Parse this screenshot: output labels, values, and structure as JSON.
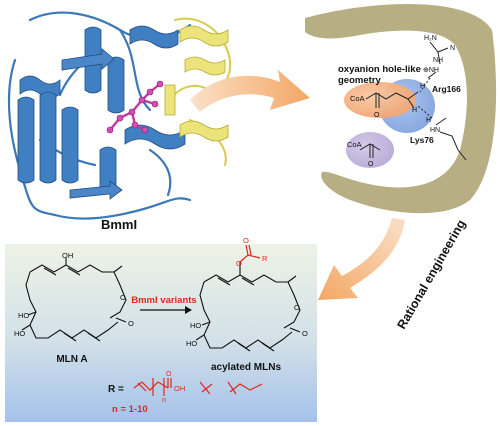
{
  "protein": {
    "label": "BmmI"
  },
  "active_site": {
    "title_line1": "oxyanion hole-like",
    "title_line2": "geometry",
    "residue_arg": "Arg166",
    "residue_lys": "Lys76",
    "h2n": "H₂N",
    "nh_top": "NH",
    "nh_right": "N",
    "n_plus": "⊕NH",
    "hn": "HN",
    "h1": "H",
    "h2": "H",
    "h3": "H",
    "coa_top": "CoA",
    "coa_bottom": "CoA",
    "o_label": "O",
    "p_label": "O"
  },
  "engineering": {
    "label": "Rational engineering"
  },
  "reaction": {
    "substrate_label": "MLN A",
    "enzyme_label": "BmmI variants",
    "product_label": "acylated MLNs",
    "oh_top": "OH",
    "oh_mid": "HO",
    "oh_bottom": "HO",
    "o_ring1": "O",
    "o_ring1b": "O",
    "o_ring2": "O",
    "o_ring2b": "O",
    "ho_p1": "HO",
    "ho_p2": "HO",
    "acyl_o1": "O",
    "acyl_o2": "O",
    "acyl_r": "R",
    "r_label": "R =",
    "r_oh": "OH",
    "r_o": "O",
    "r_n": "n",
    "n_range": "n = 1-10"
  },
  "colors": {
    "protein_blue": "#3a78b8",
    "protein_yellow": "#e6dc6a",
    "ligand_magenta": "#c03aa0",
    "arrow_orange": "#f4b27a",
    "pocket_olive": "#b8ae84",
    "reaction_red": "#e0261b",
    "box_top": "#e9f0e4",
    "box_bottom": "#a9c5e8"
  }
}
